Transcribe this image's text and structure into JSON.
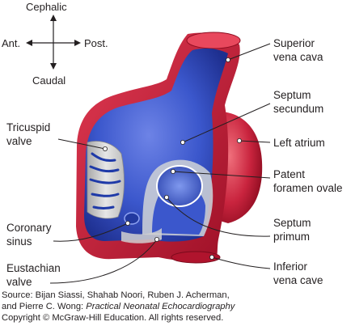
{
  "orientation": {
    "up": "Cephalic",
    "down": "Caudal",
    "left": "Ant.",
    "right": "Post."
  },
  "labels": {
    "superior_vena_cava": [
      "Superior",
      "vena cava"
    ],
    "septum_secundum": [
      "Septum",
      "secundum"
    ],
    "left_atrium": [
      "Left atrium"
    ],
    "patent_foramen_ovale": [
      "Patent",
      "foramen ovale"
    ],
    "septum_primum": [
      "Septum",
      "primum"
    ],
    "inferior_vena_cava": [
      "Inferior",
      "vena cave"
    ],
    "tricuspid_valve": [
      "Tricuspid",
      "valve"
    ],
    "coronary_sinus": [
      "Coronary",
      "sinus"
    ],
    "eustachian_valve": [
      "Eustachian",
      "valve"
    ]
  },
  "source": {
    "prefix": "Source: Bijan Siassi, Shahab Noori, Ruben J. Acherman,",
    "authors_end": "and Pierre C. Wong: ",
    "book_title": "Practical Neonatal Echocardiography",
    "copyright": "Copyright © McGraw-Hill Education. All rights reserved."
  },
  "colors": {
    "tissue_red": "#c41e3a",
    "chamber_blue": "#3a55c8",
    "valve_gray": "#d9d9d9",
    "text": "#231f20"
  }
}
